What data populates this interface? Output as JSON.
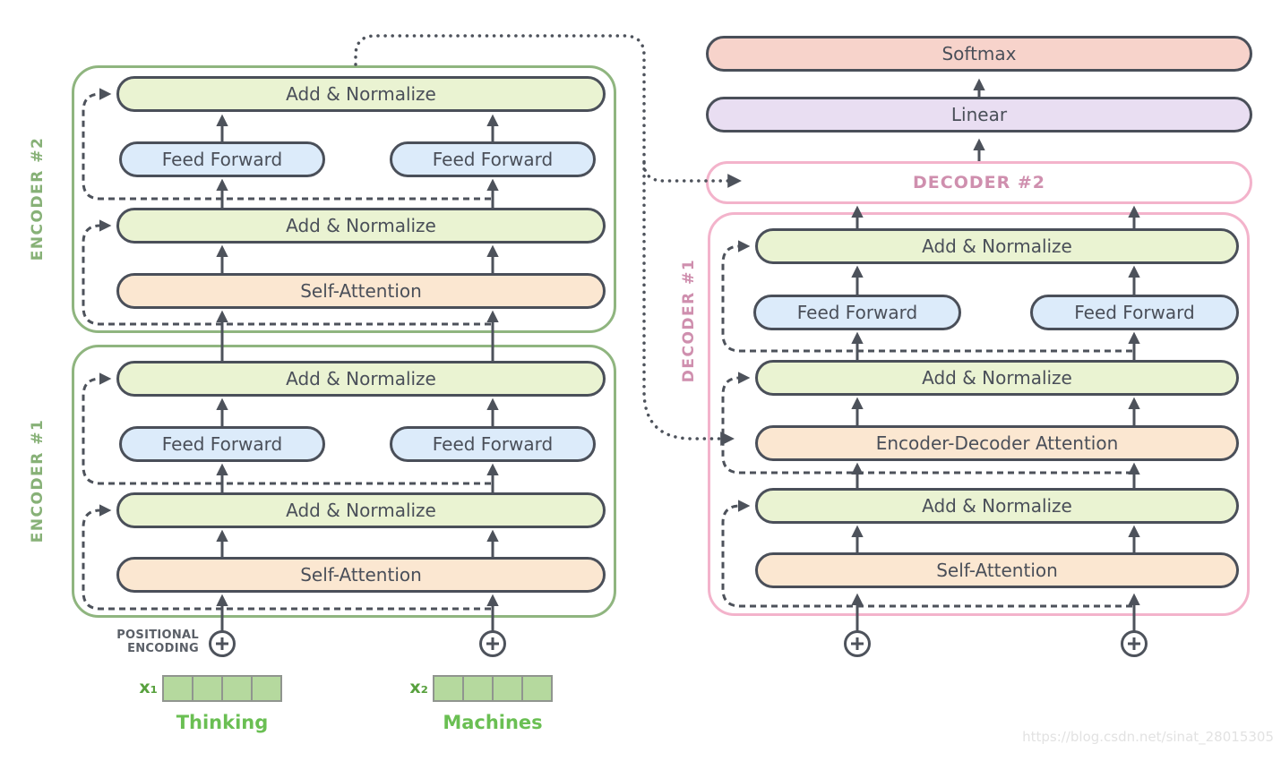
{
  "blocks": {
    "add_normalize": "Add & Normalize",
    "feed_forward": "Feed Forward",
    "self_attention": "Self-Attention",
    "encoder_decoder_attention": "Encoder-Decoder Attention",
    "softmax": "Softmax",
    "linear": "Linear"
  },
  "stacks": {
    "encoder2_label": "ENCODER #2",
    "encoder1_label": "ENCODER #1",
    "decoder2_label": "DECODER #2",
    "decoder1_label": "DECODER #1"
  },
  "inputs": {
    "positional_encoding_line1": "POSITIONAL",
    "positional_encoding_line2": "ENCODING",
    "x1_label": "x₁",
    "x2_label": "x₂",
    "token1": "Thinking",
    "token2": "Machines"
  },
  "icons": {
    "plus_circle": "⊕"
  },
  "watermark": "https://blog.csdn.net/sinat_28015305",
  "colors": {
    "add_normalize_fill": "#eaf3d2",
    "feed_forward_fill": "#dcebfa",
    "attention_fill": "#fbe7d1",
    "softmax_fill": "#f7d3cb",
    "linear_fill": "#e9def2",
    "encoder_border_green": "#8fb57f",
    "decoder_border_pink": "#f3b3cb",
    "line_dark": "#4d525b",
    "pill_border_dark": "#4a4f59",
    "encoder_label_green": "#87b177",
    "decoder_label_pink": "#cf8fae",
    "token_green": "#6abf53",
    "x_label_green": "#58a13e",
    "vector_fill_green": "#b5d99e",
    "watermark_gray": "#e2e2e2"
  }
}
